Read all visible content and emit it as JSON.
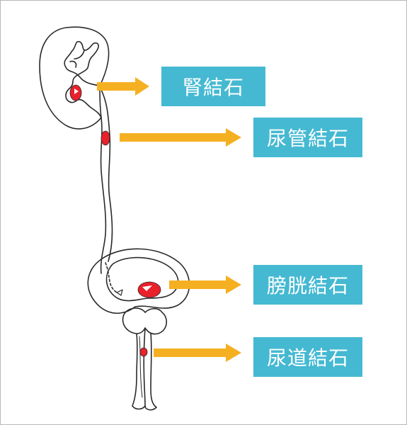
{
  "colors": {
    "label_background": "#45b9d2",
    "label_text": "#ffffff",
    "arrow": "#f5b022",
    "stone": "#e8212b",
    "outline": "#2a2a2a"
  },
  "labels": {
    "kidney_stone": "腎結石",
    "ureter_stone": "尿管結石",
    "bladder_stone": "膀胱結石",
    "urethra_stone": "尿道結石"
  }
}
